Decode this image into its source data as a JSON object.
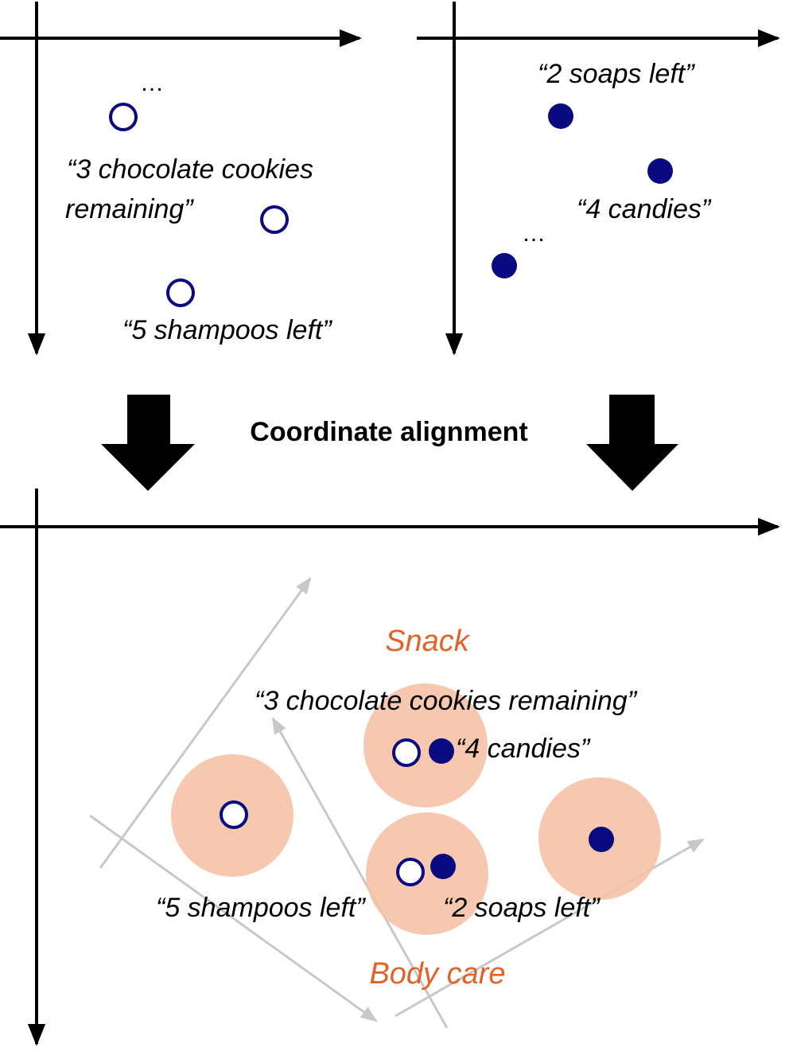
{
  "title": "Coordinate alignment",
  "colors": {
    "axis": "#000000",
    "point": "#0a0a80",
    "cluster": "#f4c2a6",
    "category": "#e2622a",
    "latent_axis": "#c8c8c8"
  },
  "left_panel": {
    "ellipsis": "…",
    "label_cookies_1": "“3 chocolate cookies",
    "label_cookies_2": "remaining”",
    "label_shampoos": "“5 shampoos left”",
    "point_style": "hollow"
  },
  "right_panel": {
    "ellipsis": "…",
    "label_soaps": "“2 soaps left”",
    "label_candies": "“4 candies”",
    "point_style": "filled"
  },
  "merged_panel": {
    "category_snack": "Snack",
    "category_body_care": "Body care",
    "label_cookies": "“3 chocolate cookies remaining”",
    "label_candies": "“4 candies”",
    "label_shampoos": "“5 shampoos left”",
    "label_soaps": "“2 soaps left”"
  }
}
